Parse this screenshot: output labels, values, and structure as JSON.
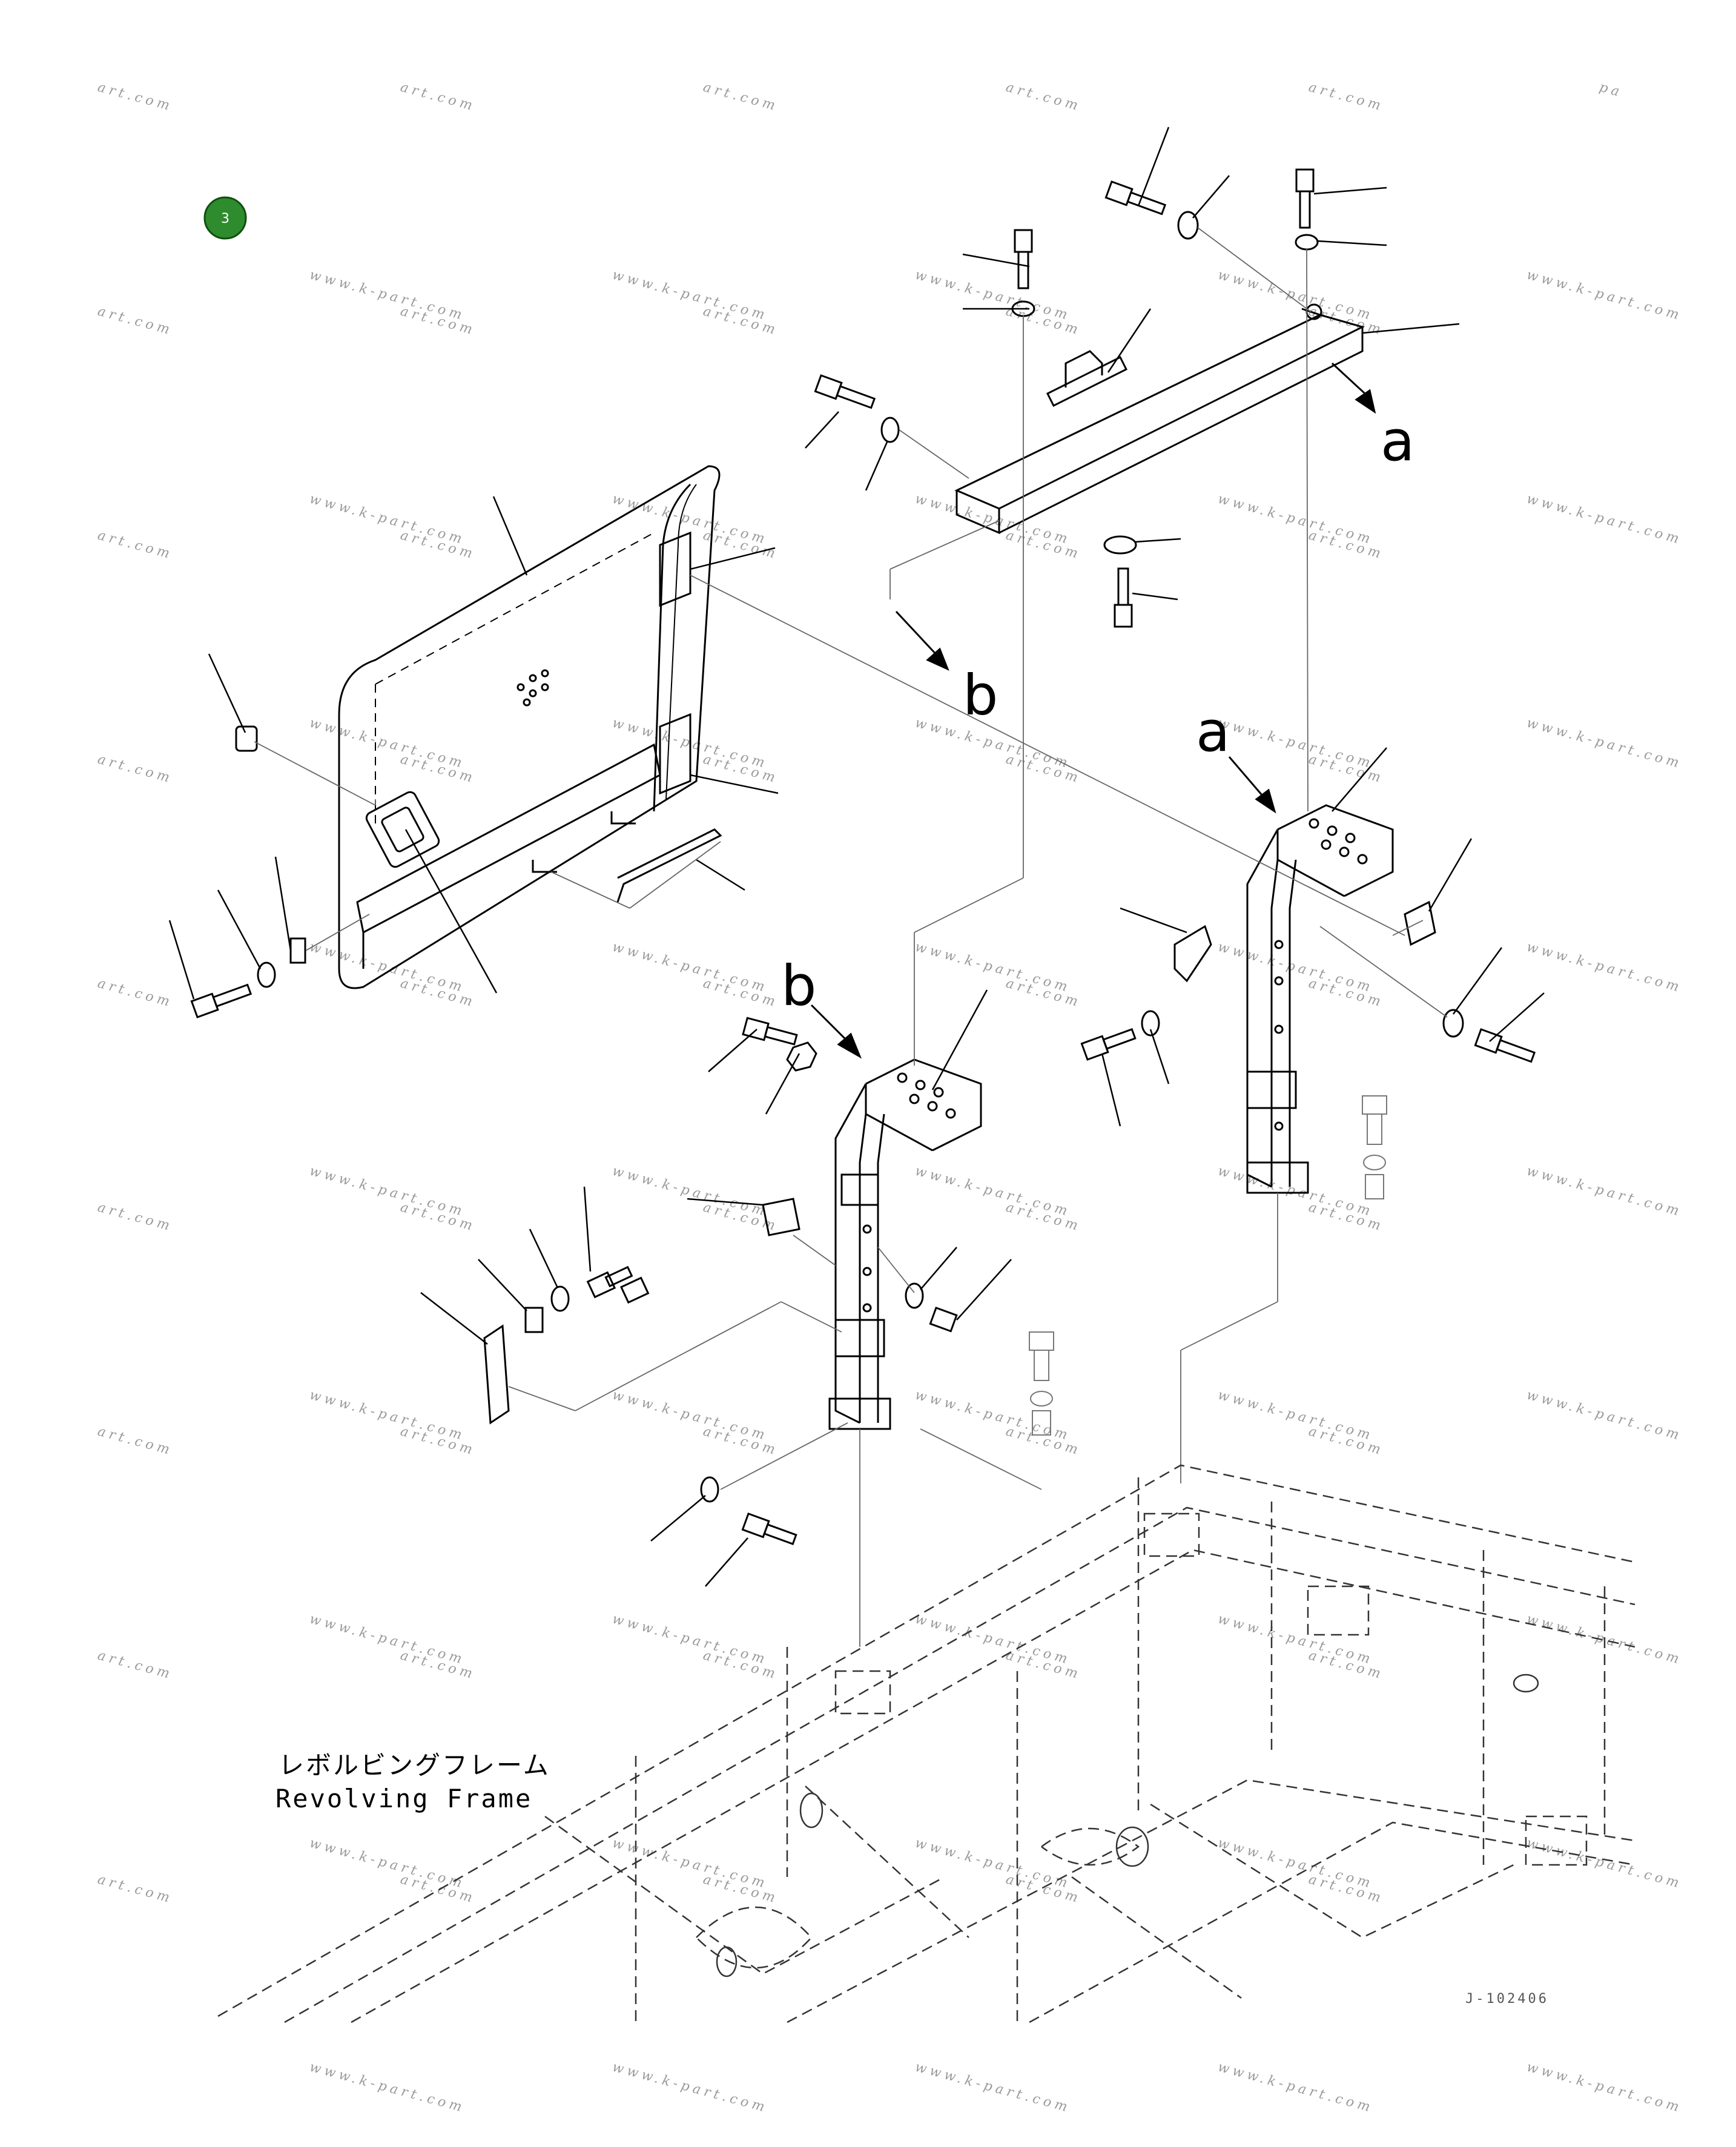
{
  "badge": {
    "number": "3",
    "color": "#2e8b2e"
  },
  "callouts": {
    "a1": "a",
    "a2": "a",
    "b1": "b",
    "b2": "b"
  },
  "frame_label": {
    "jp": "レボルビングフレーム",
    "en": "Revolving Frame"
  },
  "drawing_code": "J-102406",
  "watermark": {
    "short": "art.com",
    "long": "www.k-part.com",
    "edge": "pa"
  },
  "colors": {
    "line": "#000000",
    "dashed": "#333333",
    "watermark": "#9a9a9a"
  }
}
